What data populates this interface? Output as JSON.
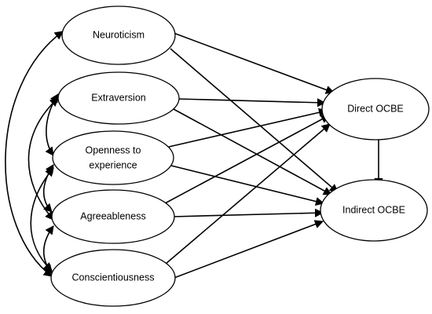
{
  "nodes": {
    "neuroticism": {
      "label": "Neuroticism"
    },
    "extraversion": {
      "label": "Extraversion"
    },
    "openness": {
      "label_line1": "Openness to",
      "label_line2": "experience"
    },
    "agreeableness": {
      "label": "Agreeableness"
    },
    "conscientiousness": {
      "label": "Conscientiousness"
    },
    "direct_ocbe": {
      "label": "Direct OCBE"
    },
    "indirect_ocbe": {
      "label": "Indirect OCBE"
    }
  },
  "paths": [
    {
      "from": "Neuroticism",
      "to": "Direct OCBE"
    },
    {
      "from": "Neuroticism",
      "to": "Indirect OCBE"
    },
    {
      "from": "Extraversion",
      "to": "Direct OCBE"
    },
    {
      "from": "Extraversion",
      "to": "Indirect OCBE"
    },
    {
      "from": "Openness to experience",
      "to": "Direct OCBE"
    },
    {
      "from": "Openness to experience",
      "to": "Indirect OCBE"
    },
    {
      "from": "Agreeableness",
      "to": "Direct OCBE"
    },
    {
      "from": "Agreeableness",
      "to": "Indirect OCBE"
    },
    {
      "from": "Conscientiousness",
      "to": "Direct OCBE"
    },
    {
      "from": "Conscientiousness",
      "to": "Indirect OCBE"
    },
    {
      "from": "Direct OCBE",
      "to": "Indirect OCBE"
    }
  ],
  "covariances": [
    {
      "between": [
        "Neuroticism",
        "Conscientiousness"
      ]
    },
    {
      "between": [
        "Extraversion",
        "Openness to experience"
      ]
    },
    {
      "between": [
        "Extraversion",
        "Agreeableness"
      ]
    },
    {
      "between": [
        "Openness to experience",
        "Agreeableness"
      ]
    },
    {
      "between": [
        "Openness to experience",
        "Conscientiousness"
      ]
    },
    {
      "between": [
        "Agreeableness",
        "Conscientiousness"
      ]
    }
  ]
}
